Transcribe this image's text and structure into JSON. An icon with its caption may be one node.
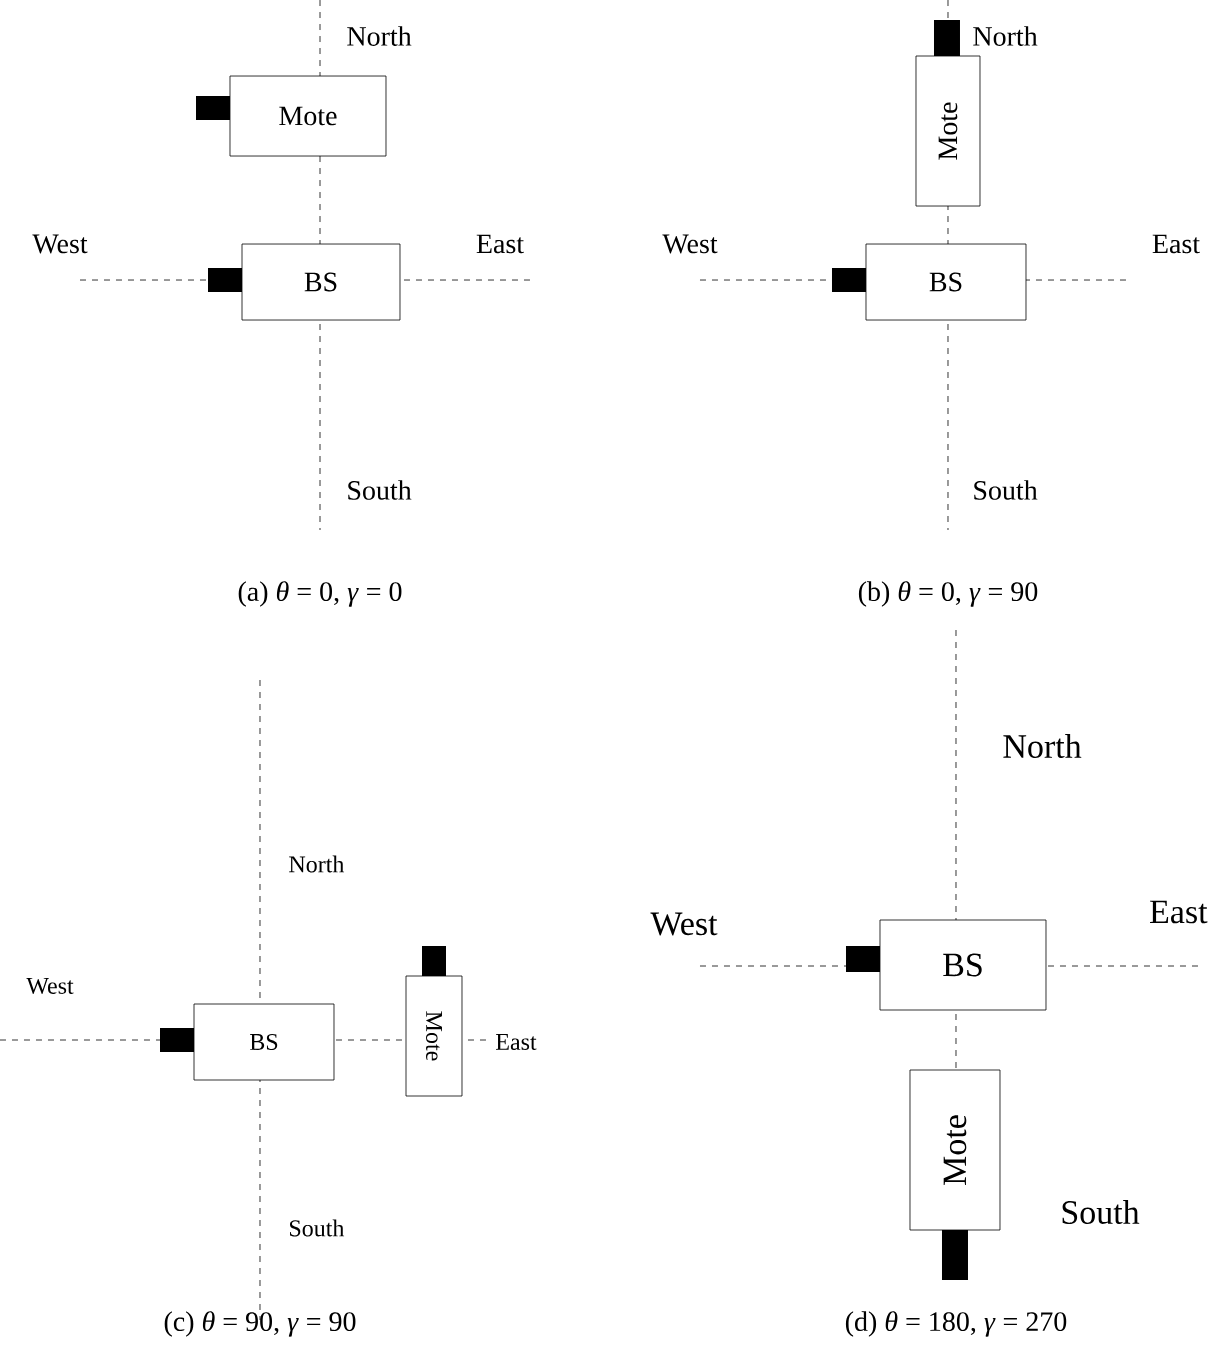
{
  "diagram": {
    "nodes": [
      {
        "text": [
          "Mote"
        ]
      },
      {
        "text": [
          "BS"
        ]
      },
      {
        "text": [
          "Mote"
        ]
      },
      {
        "text": [
          "BS"
        ]
      },
      {
        "text": [
          "BS"
        ]
      },
      {
        "text": [
          "Mote"
        ]
      },
      {
        "text": [
          "BS"
        ]
      },
      {
        "text": [
          "Mote"
        ]
      }
    ],
    "labels": [
      "North",
      "West",
      "East",
      "South",
      "(a) *θ* = 0, *γ* = 0",
      "North",
      "West",
      "East",
      "South",
      "(b) *θ* = 0, *γ* = 90",
      "North",
      "West",
      "East",
      "South",
      "(c) *θ* = 90, *γ* = 90",
      "North",
      "West",
      "East",
      "South",
      "(d) *θ* = 180, *γ* = 270"
    ]
  }
}
